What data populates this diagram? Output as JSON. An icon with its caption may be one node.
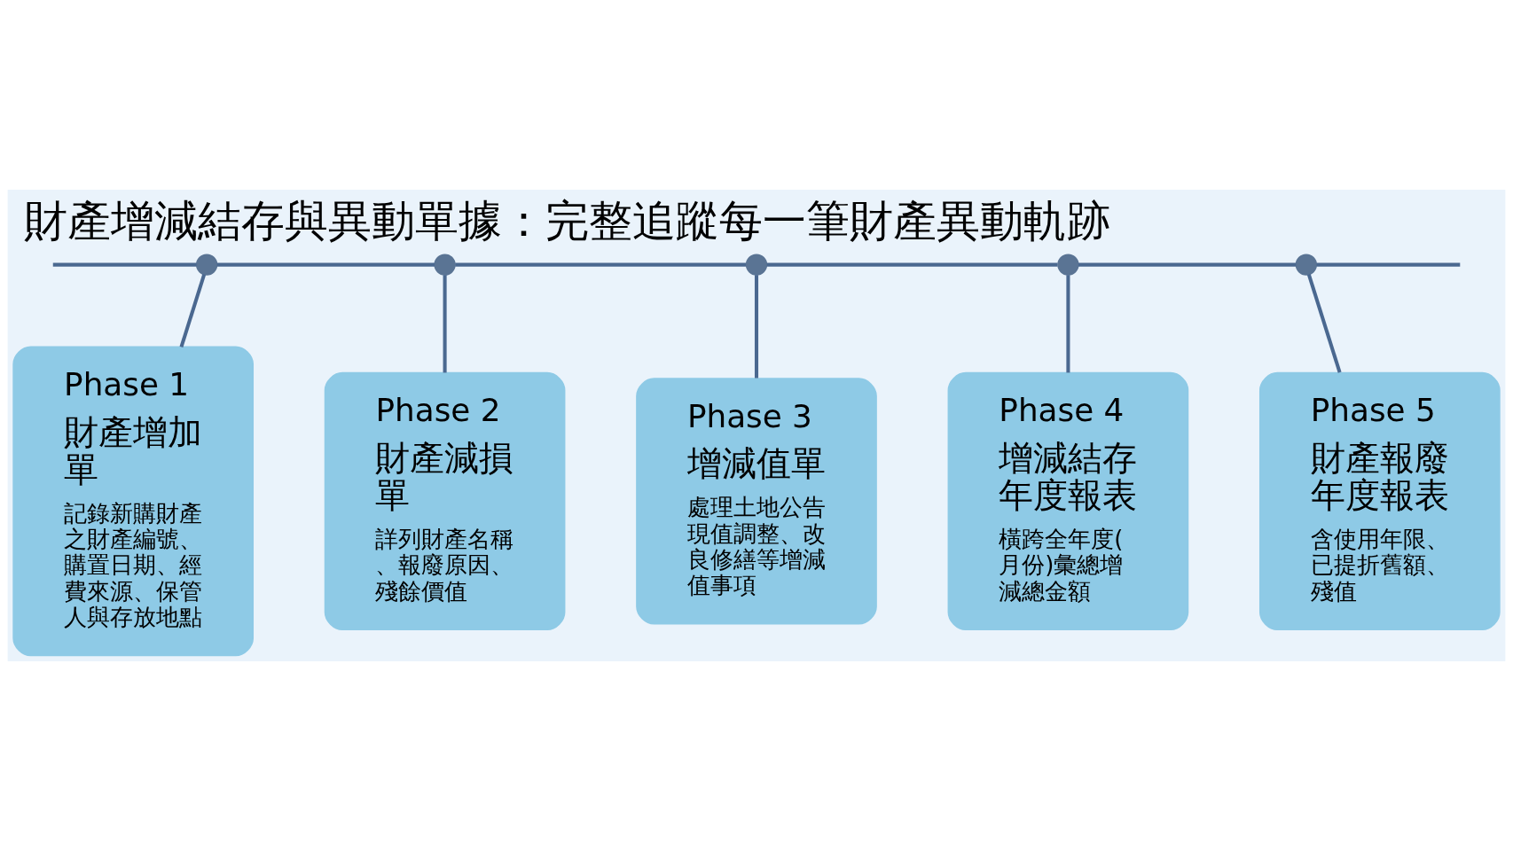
{
  "diagram": {
    "title": "財產增減結存與異動單據：完整追蹤每一筆財產異動軌跡",
    "nodes": [
      {
        "text": [],
        "shape": "circle"
      },
      {
        "text": [],
        "shape": "circle"
      },
      {
        "text": [],
        "shape": "circle"
      },
      {
        "text": [],
        "shape": "circle"
      },
      {
        "text": [],
        "shape": "circle"
      },
      {
        "text": [
          "Phase 1",
          "財產增加單",
          "記錄新購財產之財產編號、購置日期、經費來源、保管人與存放地點"
        ]
      },
      {
        "text": [
          "Phase 2",
          "財產減損單",
          "詳列財產名稱、報廢原因、殘餘價值"
        ]
      },
      {
        "text": [
          "Phase 3",
          "增減值單",
          "處理土地公告現值調整、改良修繕等增減值事項"
        ]
      },
      {
        "text": [
          "Phase 4",
          "增減結存年度報表",
          "橫跨全年度(月份)彙總增減總金額"
        ]
      },
      {
        "text": [
          "Phase 5",
          "財產報廢年度報表",
          "含使用年限、已提折舊額、殘值"
        ]
      }
    ],
    "edges": [
      {
        "from": null,
        "to": 0,
        "arrow": "none"
      },
      {
        "from": 0,
        "to": 1,
        "arrow": "none"
      },
      {
        "from": 1,
        "to": 2,
        "arrow": "none"
      },
      {
        "from": 2,
        "to": 3,
        "arrow": "none"
      },
      {
        "from": 3,
        "to": 4,
        "arrow": "none"
      },
      {
        "from": 4,
        "to": null,
        "arrow": "none"
      },
      {
        "from": 0,
        "to": 5,
        "arrow": "none"
      },
      {
        "from": 1,
        "to": 6,
        "arrow": "none"
      },
      {
        "from": 2,
        "to": 7,
        "arrow": "none"
      },
      {
        "from": 3,
        "to": 8,
        "arrow": "none"
      },
      {
        "from": 4,
        "to": 9,
        "arrow": "none"
      }
    ]
  }
}
